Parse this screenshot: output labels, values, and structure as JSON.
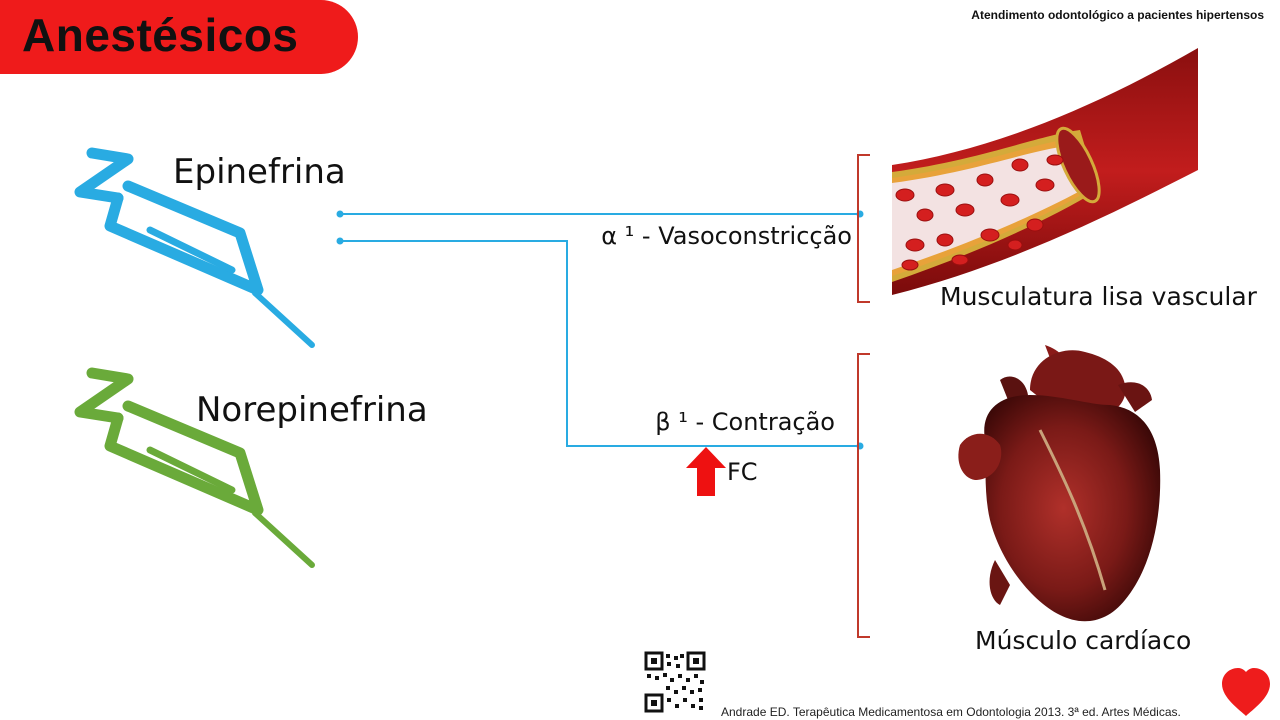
{
  "title": "Anestésicos",
  "header_note": "Atendimento odontológico a pacientes hipertensos",
  "drugs": [
    {
      "label": "Epinefrina",
      "icon": "syringe-icon",
      "color": "#29abe2"
    },
    {
      "label": "Norepinefrina",
      "icon": "syringe-icon",
      "color": "#6aaa3a"
    }
  ],
  "effects": [
    {
      "label": "α ¹ - Vasoconstricção"
    },
    {
      "label": "β ¹ - Contração",
      "sub_label": "FC",
      "sub_icon": "arrow-up-icon"
    }
  ],
  "targets": [
    {
      "label": "Musculatura lisa vascular",
      "image": "blood-vessel-illustration"
    },
    {
      "label": "Músculo cardíaco",
      "image": "heart-illustration"
    }
  ],
  "reference": "Andrade ED. Terapêutica Medicamentosa em Odontologia 2013. 3ª ed. Artes Médicas.",
  "colors": {
    "banner": "#ef1b1b",
    "connector": "#29abe2",
    "bracket": "#c0392b",
    "arrow": "#ee1111"
  }
}
